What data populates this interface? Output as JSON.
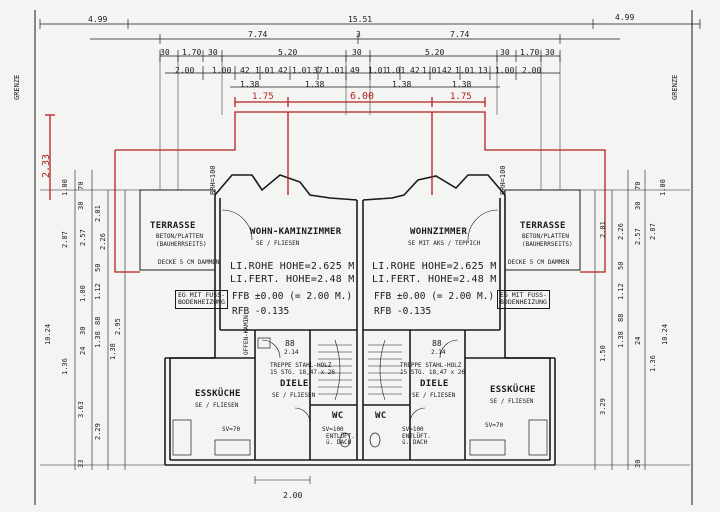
{
  "top_dims": {
    "overall_left": "4.99",
    "overall_total": "15.51",
    "overall_right": "4.99",
    "left_half": "7.74",
    "center": "3",
    "right_half": "7.74",
    "row2": [
      "30",
      "1.70",
      "30",
      "5.20",
      "30",
      "5.20",
      "30",
      "1.70",
      "30"
    ],
    "row3": [
      "2.00",
      "1.00",
      "42",
      "1.01",
      "42",
      "1.01",
      "37",
      "1.01",
      "49",
      "1.01",
      "1.01",
      "42",
      "1.01",
      "42",
      "1.01",
      "13",
      "1.00",
      "2.00"
    ],
    "row4": [
      "1.38",
      "1.38",
      "1.38",
      "1.38"
    ],
    "red": [
      "1.75",
      "6.00",
      "1.75"
    ]
  },
  "side_labels": {
    "left": "GRENZE",
    "right": "GRENZE"
  },
  "left_dims": [
    "1.00",
    "70",
    "30",
    "2.01",
    "2.26",
    "2.87",
    "2.57",
    "50",
    "1.12",
    "1.00",
    "88",
    "1.38",
    "10.24",
    "30",
    "24",
    "1.38",
    "2.95",
    "1.36",
    "3.63",
    "2.29",
    "33"
  ],
  "right_dims": [
    "1.00",
    "70",
    "30",
    "2.01",
    "2.26",
    "2.87",
    "2.57",
    "50",
    "1.12",
    "88",
    "1.38",
    "1.36",
    "10.24",
    "24",
    "1.50",
    "3.29",
    "30"
  ],
  "red_dim": "2.33",
  "rooms": {
    "terrace_left": {
      "title": "TERRASSE",
      "sub1": "BETON/PLATTEN",
      "sub2": "(BAUHERRSEITS)",
      "note": "DECKE 5 CM DAMMEN"
    },
    "terrace_right": {
      "title": "TERRASSE",
      "sub1": "BETON/PLATTEN",
      "sub2": "(BAUHERRSEITS)",
      "note": "DECKE 5 CM DAMMEN"
    },
    "living_left": {
      "title": "WOHN-KAMINZIMMER",
      "sub": "SE / FLIESEN"
    },
    "living_right": {
      "title": "WOHNZIMMER",
      "sub": "SE MIT AKS / TEPPICH"
    },
    "kitchen_left": {
      "title": "ESSKÜCHE",
      "sub": "SE / FLIESEN"
    },
    "kitchen_right": {
      "title": "ESSKÜCHE",
      "sub": "SE / FLIESEN"
    },
    "hall_left": {
      "title": "DIELE",
      "sub": "SE / FLIESEN"
    },
    "hall_right": {
      "title": "DIELE",
      "sub": "SE / FLIESEN"
    },
    "wc_left": {
      "title": "WC",
      "sub": "ENTLÜFT. ü. DACH"
    },
    "wc_right": {
      "title": "WC",
      "sub": "ENTLÜFT. ü. DACH"
    },
    "stair_left": {
      "line1": "TREPPE STAHL-HOLZ",
      "line2": "15 STG. 18,47 x 26"
    },
    "stair_right": {
      "line1": "TREPPE STAHL-HOLZ",
      "line2": "15 STG. 18,47 x 26"
    }
  },
  "specs": {
    "left": {
      "rohe": "LI.ROHE  HOHE=2.625 M",
      "fert": "LI.FERT. HOHE=2.48  M",
      "ffb": "FFB ±0.00  (= 2.00 M.)",
      "rfb": "RFB -0.135",
      "heating": "EG MIT FUSS-\nBODENHEIZUNG"
    },
    "right": {
      "rohe": "LI.ROHE  HOHE=2.625 M",
      "fert": "LI.FERT. HOHE=2.48  M",
      "ffb": "FFB ±0.00  (= 2.00 M.)",
      "rfb": "RFB -0.135",
      "heating": "EG MIT FUSS-\nBODENHEIZUNG"
    }
  },
  "small_labels": {
    "brh_left": "BRH=100",
    "brh_right": "BRH=100",
    "offen_left": "OFFEN-KAMIN",
    "sv_left": "SV=70",
    "sv_right": "SV=70",
    "swc_left": "SV=100",
    "swc_right": "SV=100",
    "door_left": "88",
    "door_right": "88",
    "dh_left": "2.14",
    "dh_right": "2.14",
    "bottom_dim": "2.00"
  }
}
